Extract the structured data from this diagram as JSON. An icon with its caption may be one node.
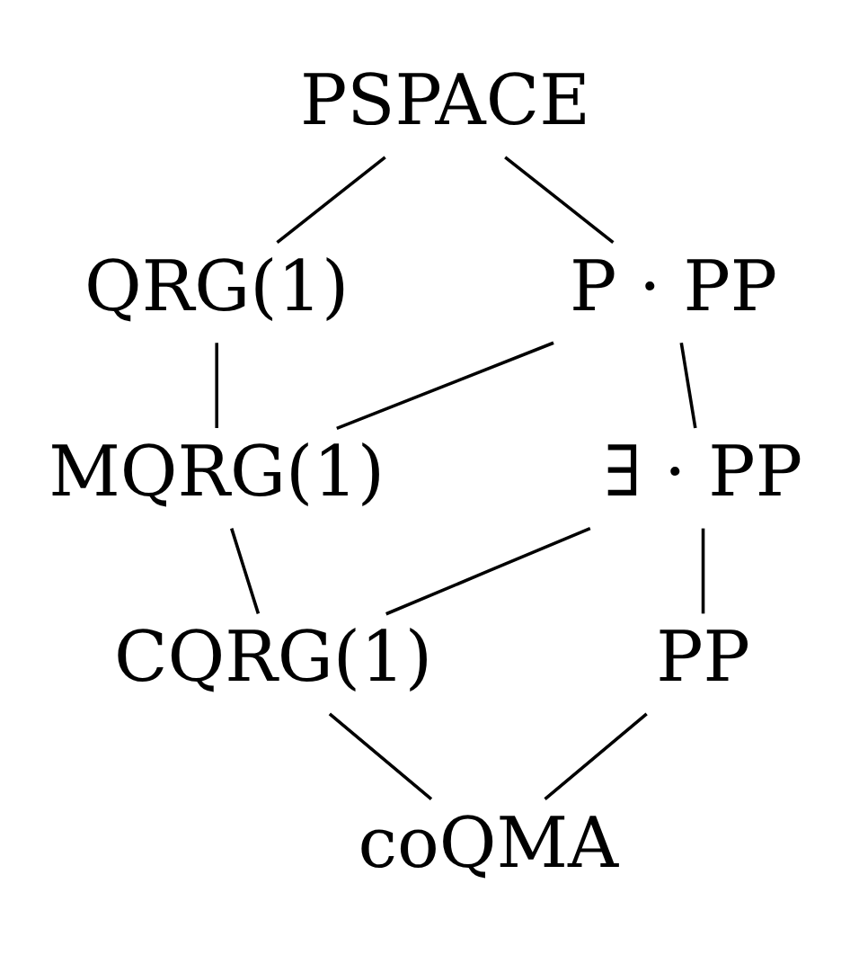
{
  "diagram": {
    "nodes": [
      {
        "text": [
          "PSPACE"
        ]
      },
      {
        "text": [
          "QRG(1)"
        ]
      },
      {
        "text": [
          "P · PP"
        ]
      },
      {
        "text": [
          "MQRG(1)"
        ]
      },
      {
        "text": [
          "∃ · PP"
        ]
      },
      {
        "text": [
          "CQRG(1)"
        ]
      },
      {
        "text": [
          "PP"
        ]
      },
      {
        "text": [
          "coQMA"
        ]
      }
    ],
    "edges": [
      {
        "from": 0,
        "to": 1,
        "arrow": "none"
      },
      {
        "from": 0,
        "to": 2,
        "arrow": "none"
      },
      {
        "from": 1,
        "to": 3,
        "arrow": "none"
      },
      {
        "from": 2,
        "to": 3,
        "arrow": "none"
      },
      {
        "from": 2,
        "to": 4,
        "arrow": "none"
      },
      {
        "from": 3,
        "to": 5,
        "arrow": "none"
      },
      {
        "from": 4,
        "to": 5,
        "arrow": "none"
      },
      {
        "from": 4,
        "to": 6,
        "arrow": "none"
      },
      {
        "from": 5,
        "to": 7,
        "arrow": "none"
      },
      {
        "from": 6,
        "to": 7,
        "arrow": "none"
      }
    ]
  }
}
